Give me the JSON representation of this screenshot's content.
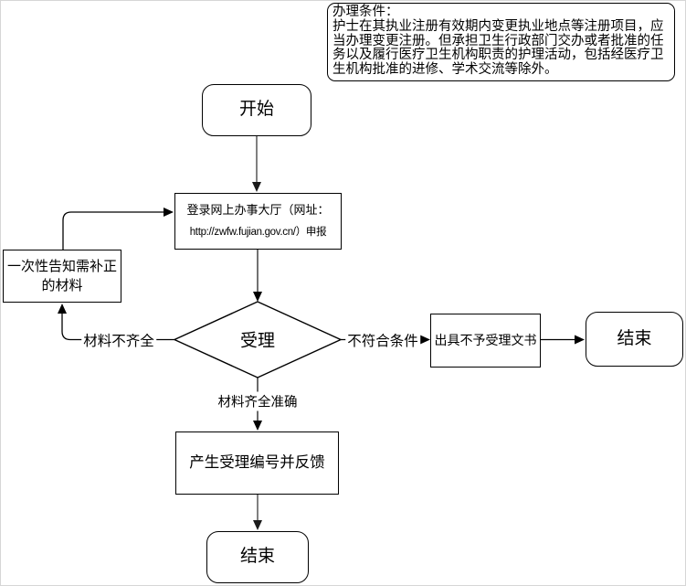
{
  "note": {
    "title": "办理条件：",
    "body": "护士在其执业注册有效期内变更执业地点等注册项目，应当办理变更注册。但承担卫生行政部门交办或者批准的任务以及履行医疗卫生机构职责的护理活动，包括经医疗卫生机构批准的进修、学术交流等除外。"
  },
  "nodes": {
    "start": "开始",
    "login_line1": "登录网上办事大厅（网址：",
    "login_line2": "http://zwfw.fujian.gov.cn/）申报",
    "notify": "一次性告知需补正的材料",
    "decision": "受理",
    "reject_doc": "出具不予受理文书",
    "end_right": "结束",
    "generate": "产生受理编号并反馈",
    "end_bottom": "结束"
  },
  "edge_labels": {
    "incomplete": "材料不齐全",
    "not_qualified": "不符合条件",
    "complete_accurate": "材料齐全准确"
  },
  "colors": {
    "line_black": "#000000",
    "line_gray": "#616161",
    "line_dark": "#424242",
    "node_border": "#000000",
    "background": "#ffffff"
  }
}
